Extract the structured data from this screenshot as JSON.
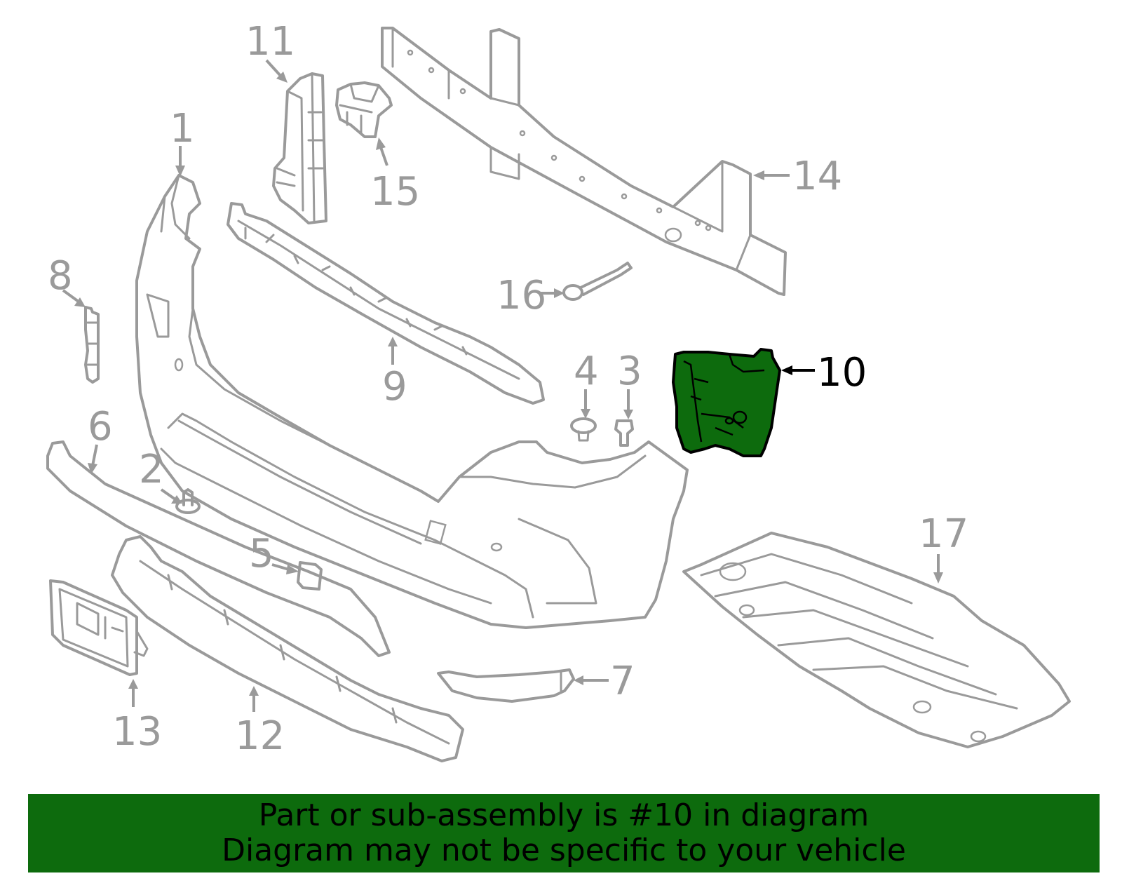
{
  "diagram": {
    "highlighted_part": "10",
    "highlight_color": "#0d6b0d",
    "part_color": "#9a9a9a",
    "callouts": [
      "1",
      "2",
      "3",
      "4",
      "5",
      "6",
      "7",
      "8",
      "9",
      "10",
      "11",
      "12",
      "13",
      "14",
      "15",
      "16",
      "17"
    ]
  },
  "banner": {
    "line1": "Part or sub-assembly is #10 in diagram",
    "line2": "Diagram may not be specific to your vehicle"
  }
}
